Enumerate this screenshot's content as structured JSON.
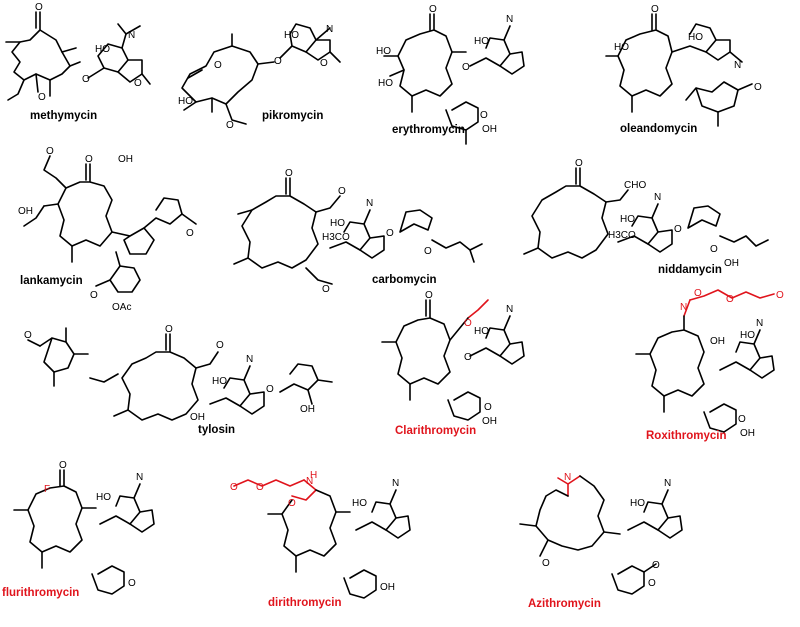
{
  "compounds": [
    {
      "name": "methymycin",
      "color": "#000000"
    },
    {
      "name": "pikromycin",
      "color": "#000000"
    },
    {
      "name": "erythromycin",
      "color": "#000000"
    },
    {
      "name": "oleandomycin",
      "color": "#000000"
    },
    {
      "name": "lankamycin",
      "color": "#000000"
    },
    {
      "name": "carbomycin",
      "color": "#000000"
    },
    {
      "name": "niddamycin",
      "color": "#000000"
    },
    {
      "name": "tylosin",
      "color": "#000000"
    },
    {
      "name": "Clarithromycin",
      "color": "#e0141c"
    },
    {
      "name": "Roxithromycin",
      "color": "#e0141c"
    },
    {
      "name": "flurithromycin",
      "color": "#e0141c"
    },
    {
      "name": "dirithromycin",
      "color": "#e0141c"
    },
    {
      "name": "Azithromycin",
      "color": "#e0141c"
    }
  ],
  "atom_labels": {
    "O": "O",
    "N": "N",
    "HO": "HO",
    "OH": "OH",
    "H3CO": "H3CO",
    "CHO": "CHO",
    "OAc": "OAc",
    "F": "F",
    "H": "H"
  }
}
